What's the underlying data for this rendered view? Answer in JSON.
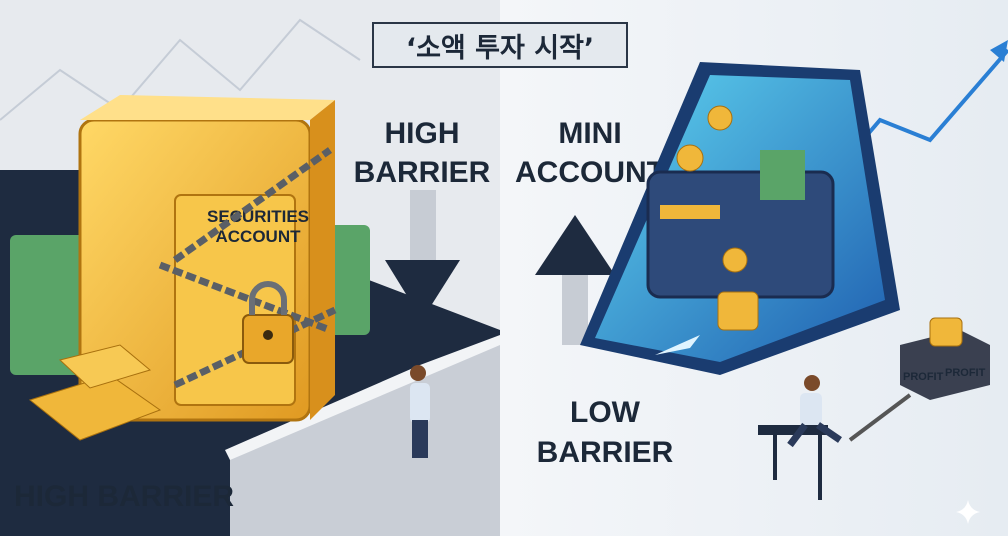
{
  "title": "‘소액 투자 시작’",
  "left": {
    "arrow_label_line1": "HIGH",
    "arrow_label_line2": "BARRIER",
    "bottom_label": "HIGH BARRIER",
    "safe_label_line1": "SECURITIES",
    "safe_label_line2": "ACCOUNT"
  },
  "right": {
    "arrow_label_line1": "MINI",
    "arrow_label_line2": "ACCOUNT",
    "bottom_label_line1": "LOW",
    "bottom_label_line2": "BARRIER",
    "box_label_1": "PROFIT",
    "box_label_2": "PROFIT"
  },
  "colors": {
    "navy": "#1e2b40",
    "gold": "#f0b73a",
    "phone": "#2f8fd0",
    "cash": "#5aa468"
  }
}
